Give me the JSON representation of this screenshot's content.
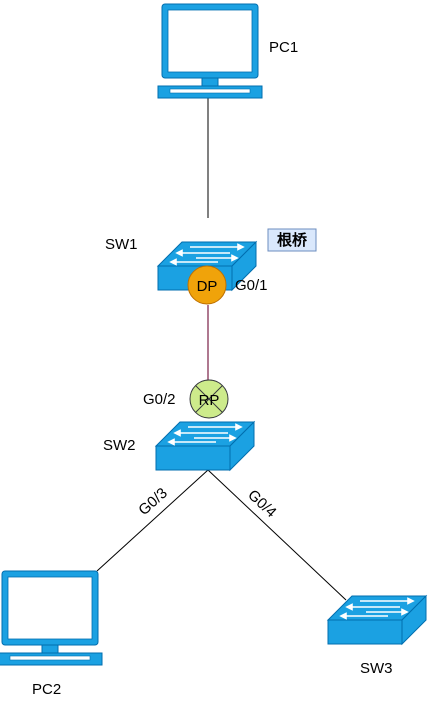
{
  "devices": {
    "pc1": {
      "label": "PC1",
      "icon": "pc-monitor-icon"
    },
    "sw1": {
      "label": "SW1",
      "icon": "switch-icon",
      "tag": "根桥"
    },
    "sw2": {
      "label": "SW2",
      "icon": "switch-icon"
    },
    "sw3": {
      "label": "SW3",
      "icon": "switch-icon"
    },
    "pc2": {
      "label": "PC2",
      "icon": "pc-monitor-icon"
    }
  },
  "ports": {
    "sw1_g01": {
      "name": "G0/1",
      "role": "DP",
      "color": "#f0a30a"
    },
    "sw2_g02": {
      "name": "G0/2",
      "role": "RP",
      "color": "#cdeb8b",
      "blocked": true
    },
    "sw2_g03": {
      "name": "G0/3"
    },
    "sw2_g04": {
      "name": "G0/4"
    }
  },
  "colors": {
    "device_fill": "#1ba1e2",
    "device_stroke": "#006eaf",
    "link_sw1_sw2": "#7a1f47",
    "link_default": "#000000",
    "root_tag_fill": "#dae8fc",
    "root_tag_stroke": "#6c8ebf"
  }
}
